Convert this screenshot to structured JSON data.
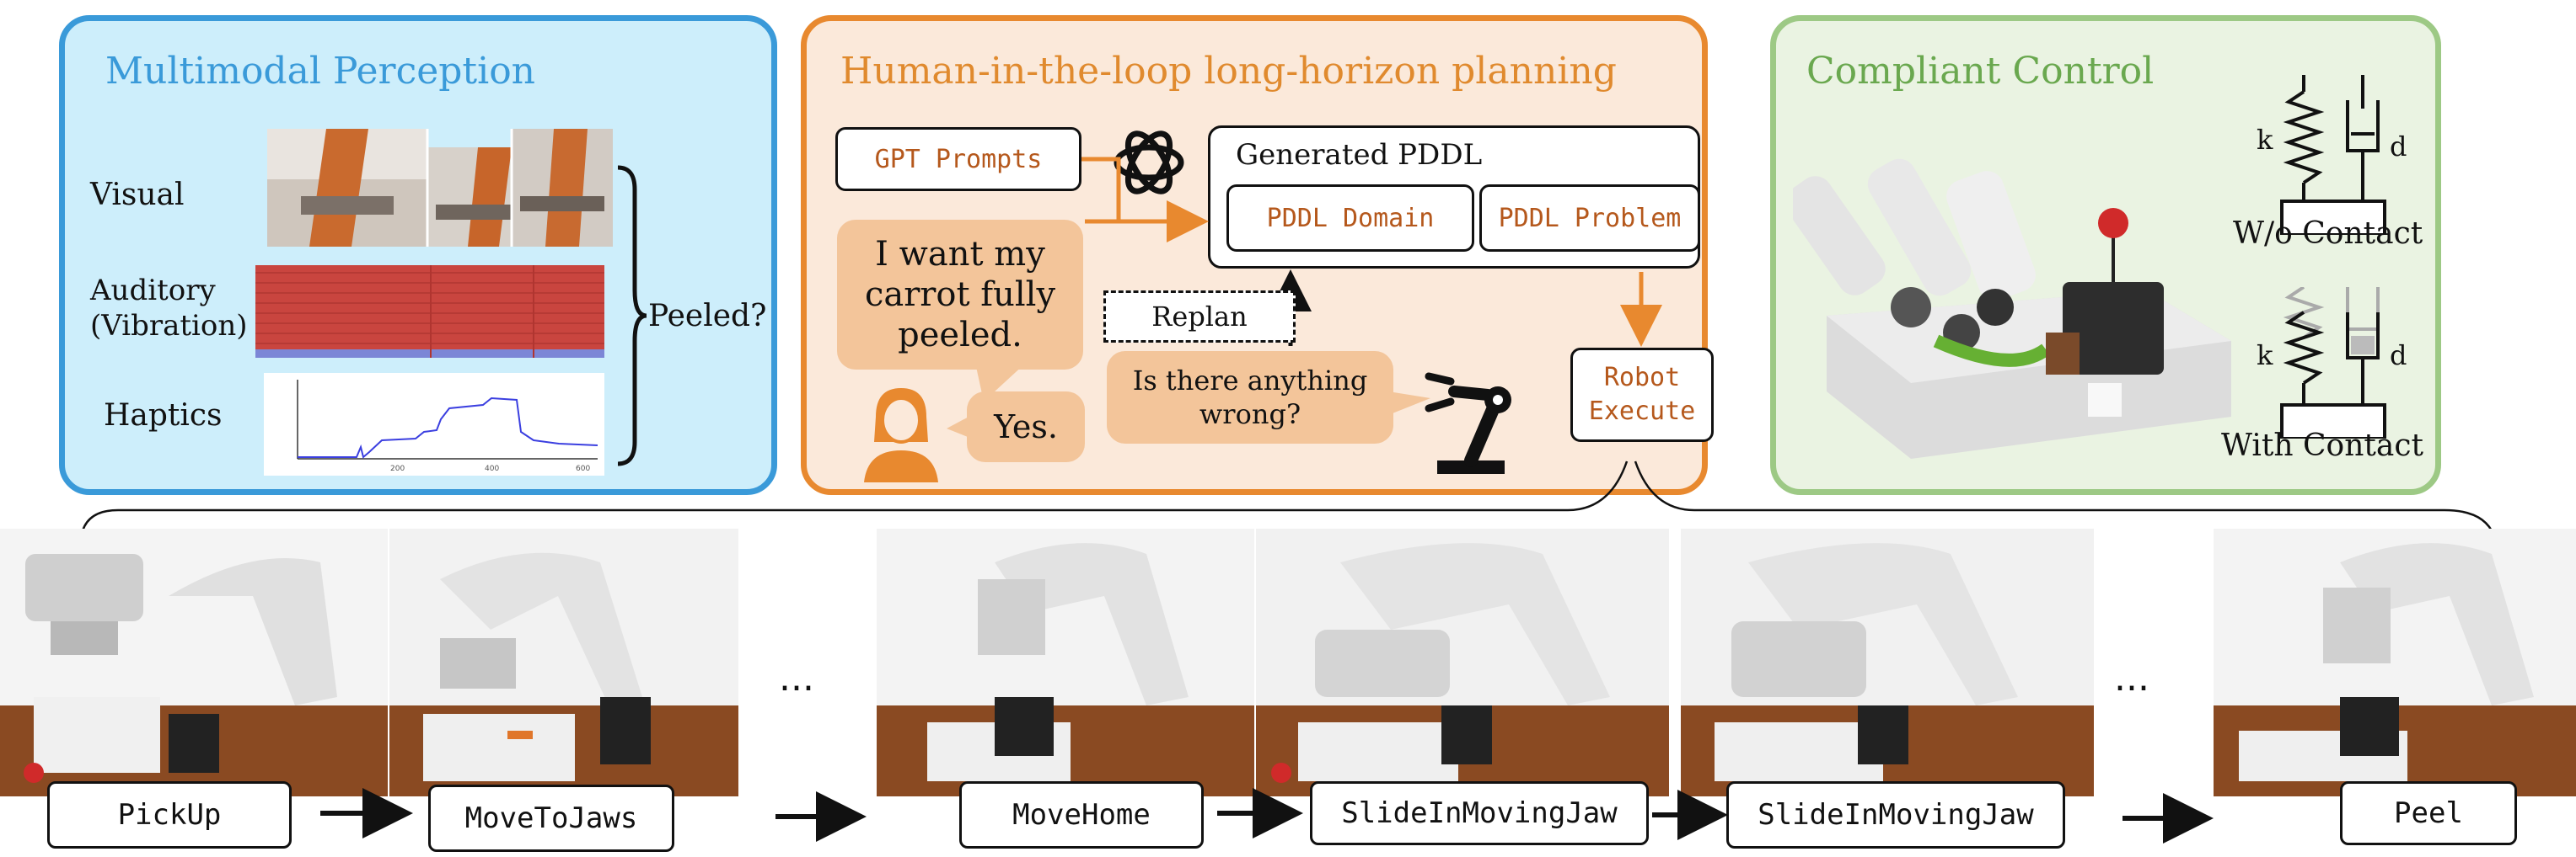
{
  "perception": {
    "title": "Multimodal Perception",
    "visual_label": "Visual",
    "auditory_label": "Auditory",
    "auditory_sub": "(Vibration)",
    "haptics_label": "Haptics",
    "peeled_label": "Peeled?"
  },
  "planning": {
    "title": "Human-in-the-loop long-horizon planning",
    "gpt_prompts": "GPT Prompts",
    "generated_pddl": "Generated PDDL",
    "pddl_domain": "PDDL Domain",
    "pddl_problem": "PDDL Problem",
    "human_request_lines": [
      "I want my",
      "carrot fully",
      "peeled."
    ],
    "replan": "Replan",
    "robot_question_lines": [
      "Is there anything",
      "wrong?"
    ],
    "human_reply": "Yes.",
    "robot_execute_lines": [
      "Robot",
      "Execute"
    ]
  },
  "compliant": {
    "title": "Compliant Control",
    "k_label": "k",
    "d_label": "d",
    "without_contact": "W/o Contact",
    "with_contact": "With Contact"
  },
  "sequence": {
    "steps": [
      "PickUp",
      "MoveToJaws",
      "MoveHome",
      "SlideInMovingJaw",
      "SlideInMovingJaw",
      "Peel"
    ],
    "ellipsis": "..."
  },
  "colors": {
    "perception_border": "#3a9ad9",
    "perception_fill": "#cdeefb",
    "perception_title": "#3a9ad9",
    "planning_border": "#e8892f",
    "planning_fill": "#fbe9da",
    "planning_title": "#e08a2e",
    "compliant_border": "#9dc985",
    "compliant_fill": "#eaf3e2",
    "compliant_title": "#6aa84f",
    "code_text": "#b5581c",
    "bubble": "#f3c59a",
    "arrow_orange": "#e8892f"
  }
}
